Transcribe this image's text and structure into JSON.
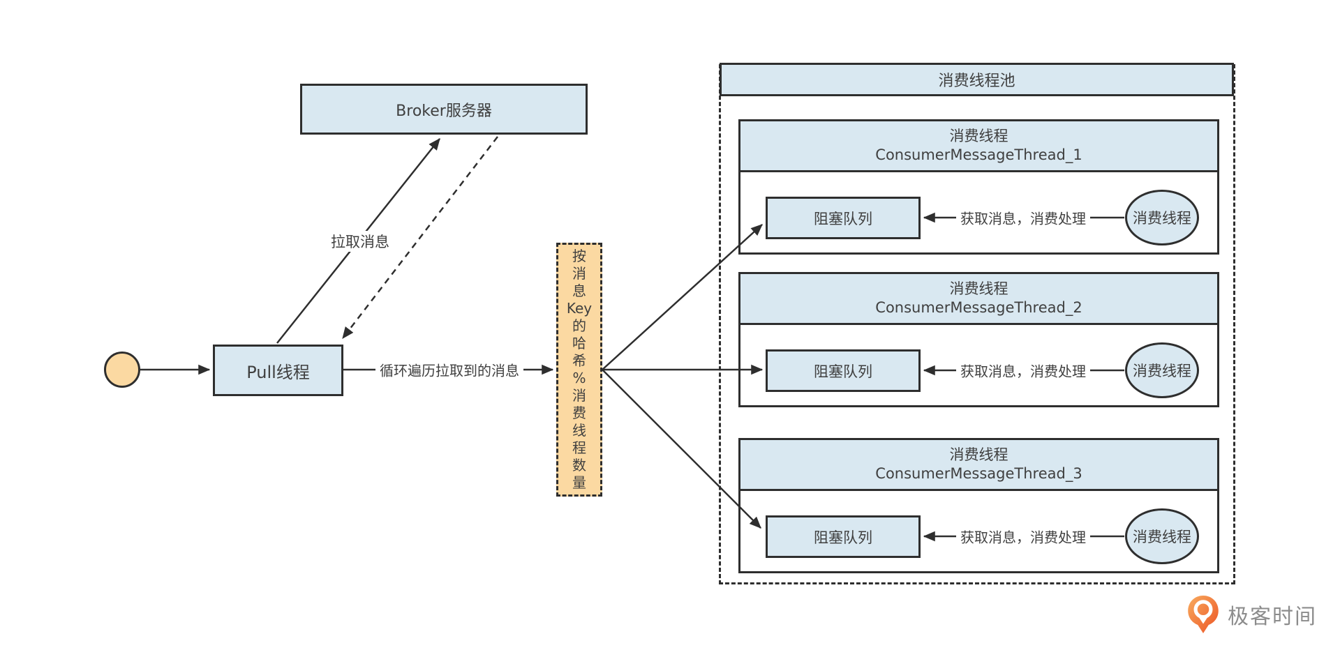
{
  "diagram": {
    "start_node": {
      "type": "circle"
    },
    "broker_box": {
      "label": "Broker服务器"
    },
    "pull_box": {
      "label": "Pull线程"
    },
    "edge_labels": {
      "pull_messages": "拉取消息",
      "loop_messages": "循环遍历拉取到的消息"
    },
    "hash_box": {
      "label": "按消息Key的哈希%消费线程数量",
      "chars": [
        "按",
        "消",
        "息",
        "Key",
        "的",
        "哈",
        "希",
        "%",
        "消",
        "费",
        "线",
        "程",
        "数",
        "量"
      ]
    },
    "pool": {
      "title": "消费线程池",
      "groups": [
        {
          "title_line1": "消费线程",
          "title_line2": "ConsumerMessageThread_1",
          "queue_label": "阻塞队列",
          "thread_label": "消费线程",
          "edge_label": "获取消息，消费处理"
        },
        {
          "title_line1": "消费线程",
          "title_line2": "ConsumerMessageThread_2",
          "queue_label": "阻塞队列",
          "thread_label": "消费线程",
          "edge_label": "获取消息，消费处理"
        },
        {
          "title_line1": "消费线程",
          "title_line2": "ConsumerMessageThread_3",
          "queue_label": "阻塞队列",
          "thread_label": "消费线程",
          "edge_label": "获取消息，消费处理"
        }
      ]
    },
    "colors": {
      "node_fill": "#d9e8f1",
      "accent_fill": "#fbd9a2",
      "line": "#2e2e2e",
      "logo_orange_light": "#f8ab5e",
      "logo_orange_dark": "#ec5425",
      "logo_text_gray": "#8c8c8c"
    }
  },
  "footer": {
    "logo_text": "极客时间"
  }
}
